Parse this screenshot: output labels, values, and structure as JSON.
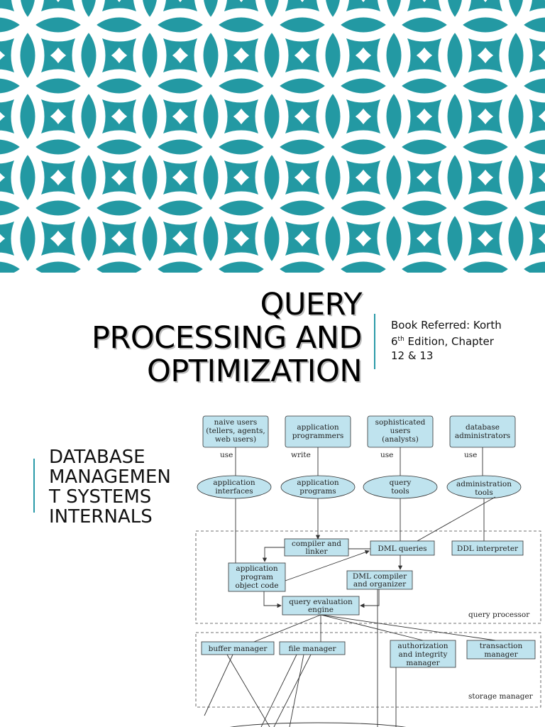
{
  "title": {
    "line1": "QUERY",
    "line2": "PROCESSING AND",
    "line3": "OPTIMIZATION"
  },
  "book": {
    "line1": "Book Referred: Korth",
    "line2_pre": "6",
    "line2_sup": "th",
    "line2_post": " Edition, Chapter",
    "line3": "12 & 13"
  },
  "subtitle": {
    "line1": "DATABASE",
    "line2": "MANAGEMEN",
    "line3": "T SYSTEMS",
    "line4": "INTERNALS"
  },
  "colors": {
    "banner_bg": "#2399a3",
    "banner_pattern": "#ffffff",
    "accent_bar": "#2a9aa8",
    "box_fill": "#bfe3ee"
  },
  "diagram": {
    "users": [
      {
        "lines": [
          "naive users",
          "(tellers, agents,",
          "web users)"
        ],
        "verb": "use"
      },
      {
        "lines": [
          "application",
          "programmers"
        ],
        "verb": "write"
      },
      {
        "lines": [
          "sophisticated",
          "users",
          "(analysts)"
        ],
        "verb": "use"
      },
      {
        "lines": [
          "database",
          "administrators"
        ],
        "verb": "use"
      }
    ],
    "tools": [
      {
        "lines": [
          "application",
          "interfaces"
        ]
      },
      {
        "lines": [
          "application",
          "programs"
        ]
      },
      {
        "lines": [
          "query",
          "tools"
        ]
      },
      {
        "lines": [
          "administration",
          "tools"
        ]
      }
    ],
    "qp": {
      "compiler": [
        "compiler and",
        "linker"
      ],
      "dml_queries": "DML queries",
      "ddl": "DDL interpreter",
      "app_obj": [
        "application",
        "program",
        "object code"
      ],
      "dml_compiler": [
        "DML compiler",
        "and organizer"
      ],
      "qee": [
        "query evaluation",
        "engine"
      ],
      "label": "query processor"
    },
    "sm": {
      "buffer": "buffer manager",
      "file": "file manager",
      "auth": [
        "authorization",
        "and integrity",
        "manager"
      ],
      "trans": [
        "transaction",
        "manager"
      ],
      "label": "storage manager"
    }
  }
}
